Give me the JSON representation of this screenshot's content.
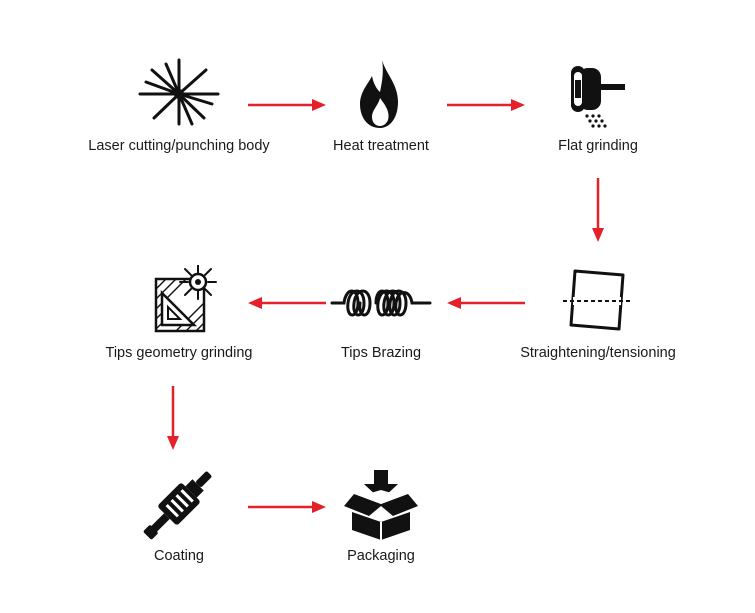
{
  "colors": {
    "arrow": "#e4202a",
    "icon": "#111111",
    "text": "#1a1a1a"
  },
  "steps": [
    {
      "label": "Laser cutting/punching body",
      "icon": "laser-burst-icon"
    },
    {
      "label": "Heat treatment",
      "icon": "flame-icon"
    },
    {
      "label": "Flat grinding",
      "icon": "grinding-wheel-icon"
    },
    {
      "label": "Straightening/tensioning",
      "icon": "straighten-plate-icon"
    },
    {
      "label": "Tips Brazing",
      "icon": "coil-icon"
    },
    {
      "label": "Tips geometry grinding",
      "icon": "geometry-grinding-icon"
    },
    {
      "label": "Coating",
      "icon": "spray-nozzle-icon"
    },
    {
      "label": "Packaging",
      "icon": "package-box-icon"
    }
  ]
}
